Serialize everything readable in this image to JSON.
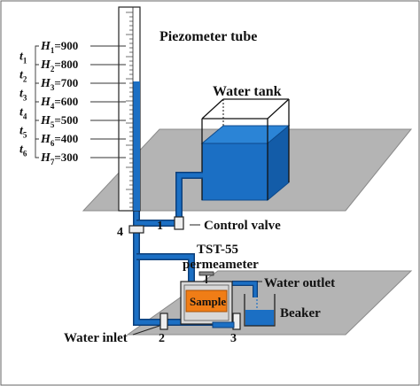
{
  "labels": {
    "piezometer_tube": "Piezometer tube",
    "water_tank": "Water tank",
    "control_valve": "Control valve",
    "permeameter_line1": "TST-55",
    "permeameter_line2": "permeameter",
    "water_outlet": "Water outlet",
    "sample": "Sample",
    "beaker": "Beaker",
    "water_inlet": "Water inlet"
  },
  "valve_numbers": [
    "1",
    "2",
    "3",
    "4"
  ],
  "heads": [
    {
      "sub": "1",
      "value": "=900"
    },
    {
      "sub": "2",
      "value": "=800"
    },
    {
      "sub": "3",
      "value": "=700"
    },
    {
      "sub": "4",
      "value": "=600"
    },
    {
      "sub": "5",
      "value": "=500"
    },
    {
      "sub": "6",
      "value": "=400"
    },
    {
      "sub": "7",
      "value": "=300"
    }
  ],
  "times": [
    "1",
    "2",
    "3",
    "4",
    "5",
    "6"
  ],
  "head_symbol": "H",
  "time_symbol": "t",
  "colors": {
    "water": "#1b6fc4",
    "sample": "#f07d16",
    "plane": "#b4b4b4",
    "plane_edge": "#8a8a8a",
    "text": "#111111"
  }
}
